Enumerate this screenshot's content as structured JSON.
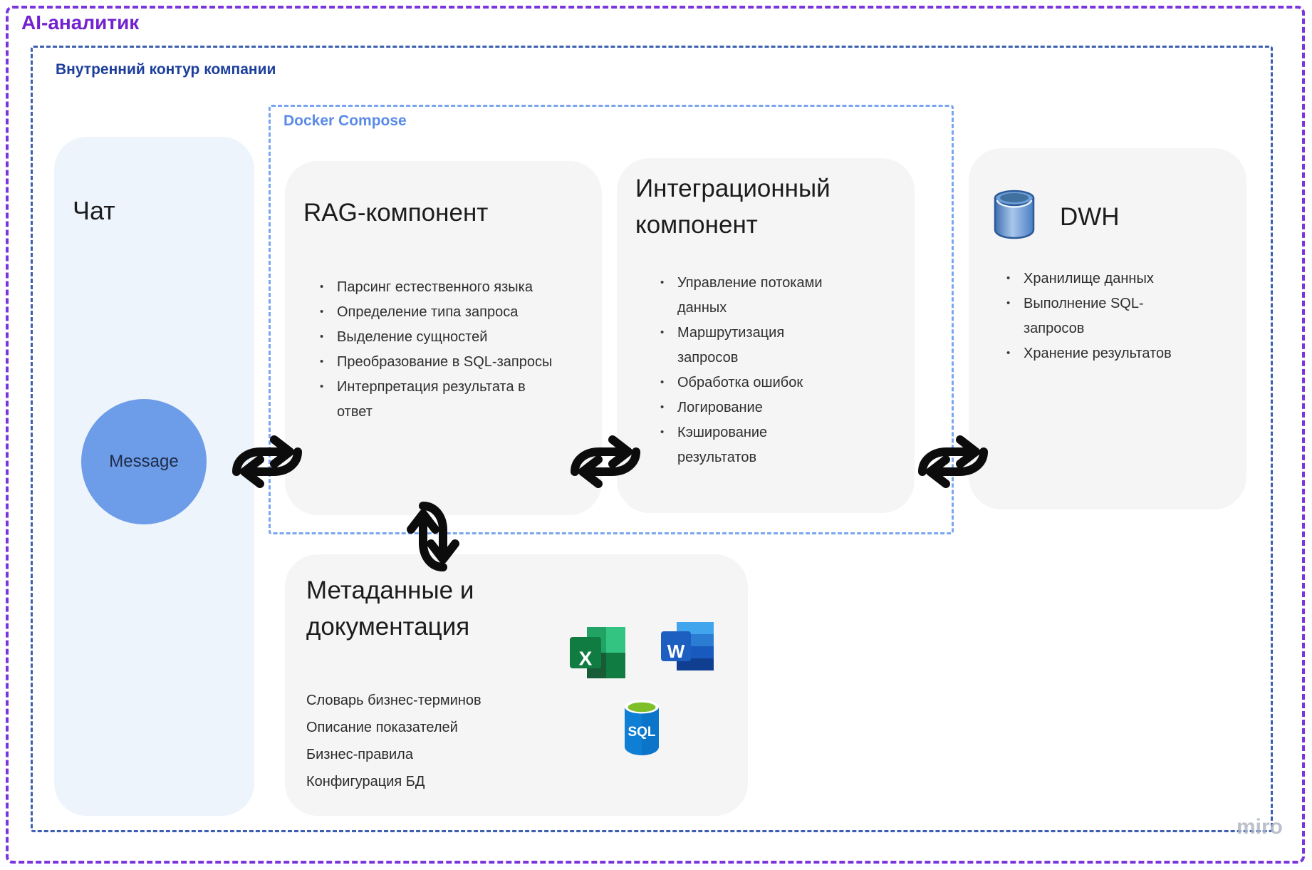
{
  "frames": {
    "outer": {
      "title": "AI-аналитик"
    },
    "inner": {
      "title": "Внутренний контур компании"
    },
    "docker": {
      "title": "Docker Compose"
    }
  },
  "chat": {
    "title": "Чат",
    "message_node": "Message"
  },
  "rag": {
    "title": "RAG-компонент",
    "bullets": [
      "Парсинг естественного языка",
      "Определение типа запроса",
      "Выделение сущностей",
      "Преобразование в SQL-запросы",
      "Интерпретация результата в ответ"
    ]
  },
  "integration": {
    "title": "Интеграционный компонент",
    "bullets": [
      "Управление потоками данных",
      "Маршрутизация запросов",
      "Обработка ошибок",
      "Логирование",
      "Кэширование результатов"
    ]
  },
  "dwh": {
    "title": "DWH",
    "bullets": [
      "Хранилище данных",
      "Выполнение SQL-запросов",
      "Хранение результатов"
    ]
  },
  "metadata": {
    "title": "Метаданные и документация",
    "lines": [
      "Словарь бизнес-терминов",
      "Описание показателей",
      "Бизнес-правила",
      "Конфигурация БД"
    ],
    "file_icons": {
      "excel_letter": "X",
      "word_letter": "W",
      "sql_label": "SQL"
    }
  },
  "watermark": "miro",
  "colors": {
    "accent_purple": "#7b35dd",
    "purple_title": "#7223cf",
    "inner_frame_blue": "#3c5fae",
    "inner_label_blue": "#1d3f9c",
    "docker_frame_blue": "#79a6ee",
    "docker_label_blue": "#5b8be8",
    "card_gray": "#f5f5f5",
    "chat_card_blue": "#eef4fc",
    "message_node_blue": "#6d9ce8",
    "arrow_black": "#0c0c0c"
  }
}
